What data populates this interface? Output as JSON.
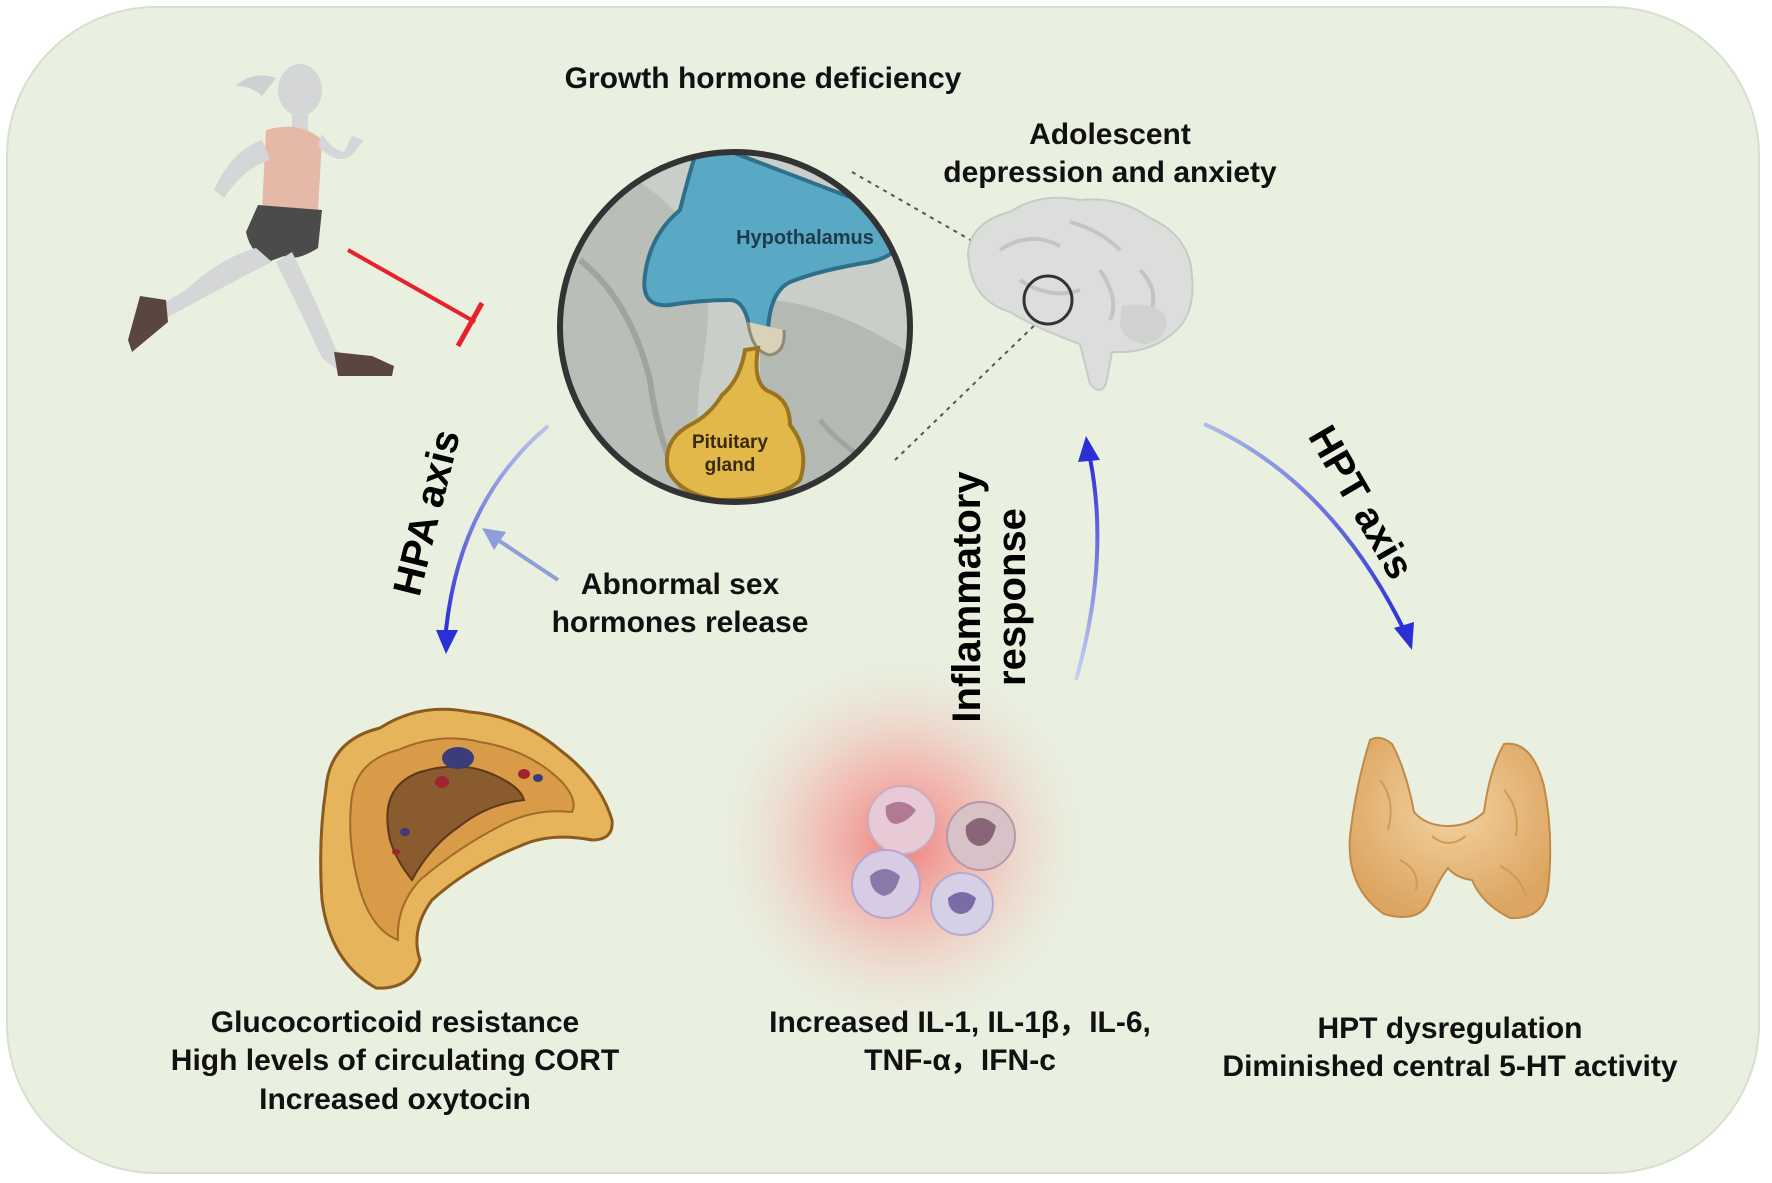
{
  "labels": {
    "growth_hormone": "Growth hormone deficiency",
    "adolescent": [
      "Adolescent",
      "depression and anxiety"
    ],
    "hypothalamus": "Hypothalamus",
    "pituitary": [
      "Pituitary",
      "gland"
    ],
    "hpa_axis": "HPA axis",
    "hpt_axis": "HPT axis",
    "inflammatory": [
      "Inflammatory",
      "response"
    ],
    "abnormal_sex": [
      "Abnormal sex",
      "hormones release"
    ],
    "adrenal_effects": [
      "Glucocorticoid resistance",
      "High levels of circulating CORT",
      "Increased oxytocin"
    ],
    "cytokines": [
      "Increased IL-1, IL-1β，IL-6,",
      "TNF-α，IFN-c"
    ],
    "thyroid_effects": [
      "HPT dysregulation",
      "Diminished central 5-HT activity"
    ]
  },
  "colors": {
    "background": "#e9f0e0",
    "hypothalamus": "#5aa9c4",
    "pituitary": "#e2b84a",
    "inhibit_line": "#e8202a",
    "arrow_blue": "#2b2fd6",
    "arrow_light": "#8f9ed8"
  },
  "icons": [
    "runner-icon",
    "brain-icon",
    "adrenal-gland-icon",
    "immune-cells-icon",
    "thyroid-gland-icon"
  ]
}
